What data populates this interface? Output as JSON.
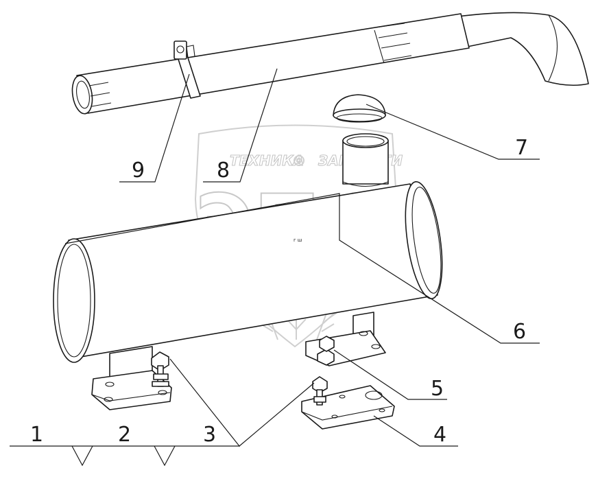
{
  "watermark": {
    "brand": "ЭПФ",
    "tagline_left": "ТЕХНИКА",
    "tagline_right": "ЗАПЧАСТИ"
  },
  "stray_mark": "г ш",
  "callouts": [
    {
      "id": "1",
      "label": "1"
    },
    {
      "id": "2",
      "label": "2"
    },
    {
      "id": "3",
      "label": "3"
    },
    {
      "id": "4",
      "label": "4"
    },
    {
      "id": "5",
      "label": "5"
    },
    {
      "id": "6",
      "label": "6"
    },
    {
      "id": "7",
      "label": "7"
    },
    {
      "id": "8",
      "label": "8"
    },
    {
      "id": "9",
      "label": "9"
    }
  ],
  "colors": {
    "line": "#1a1a1a",
    "watermark": "#c8c8c8",
    "background": "#ffffff"
  }
}
